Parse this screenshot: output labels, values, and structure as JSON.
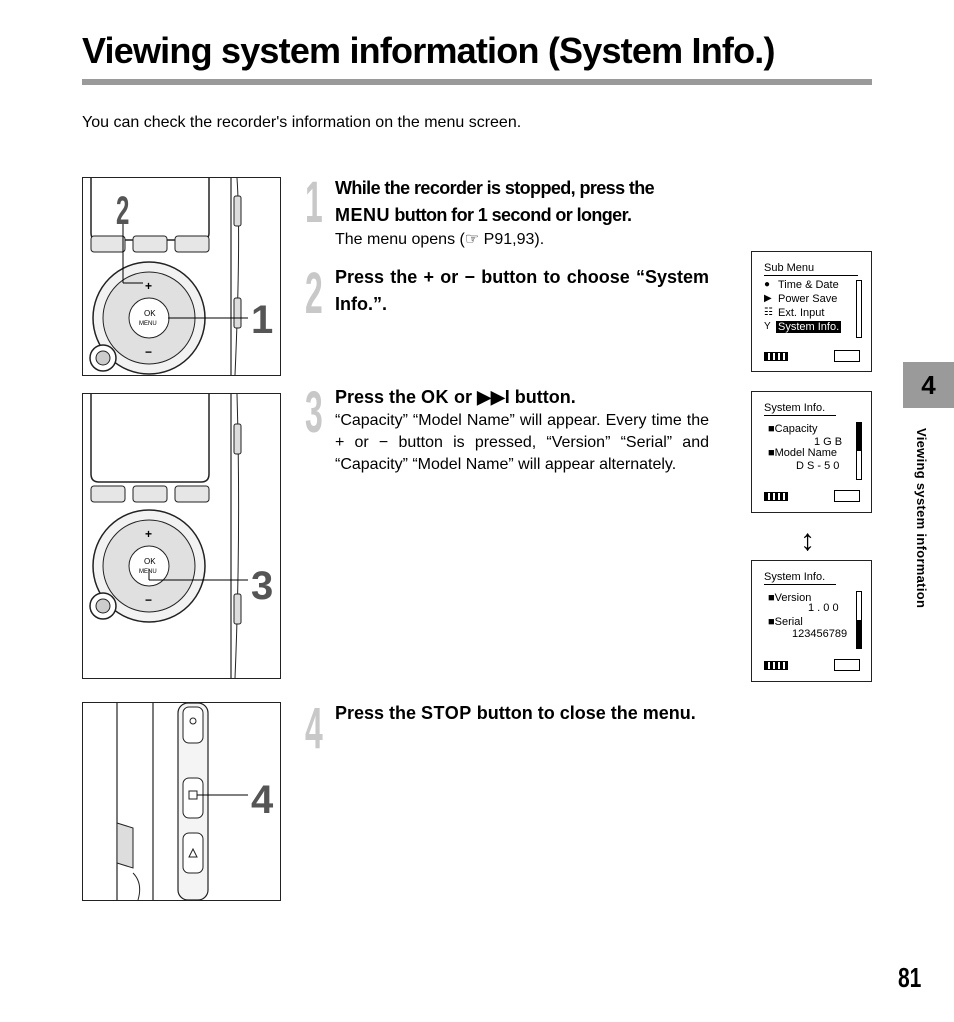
{
  "title": "Viewing system information (System Info.)",
  "intro": "You can check the recorder's information on the menu screen.",
  "steps": [
    {
      "number": "1",
      "head_a": "While the recorder is stopped, press the",
      "head_key": "MENU",
      "head_b": " button for 1 second or longer.",
      "body_a": "The menu opens (",
      "body_ref_icon": "☞",
      "body_b": " P91,93)."
    },
    {
      "number": "2",
      "head_a": "Press the ",
      "plus": "+",
      "head_or": " or ",
      "minus": "−",
      "head_b": " button to choose “System Info.”."
    },
    {
      "number": "3",
      "head_a": "Press the ",
      "head_key": "OK",
      "head_or": " or ",
      "head_ff": "▶▶I",
      "head_b": " button.",
      "body_a": "“Capacity” “Model Name” will appear. Every time the ",
      "plus": "+",
      "body_or": " or ",
      "minus": "−",
      "body_b": " button is pressed, “Version” “Serial” and “Capacity” “Model Name” will appear alternately."
    },
    {
      "number": "4",
      "head_a": "Press the ",
      "head_key": "STOP",
      "head_b": " button to close the menu."
    }
  ],
  "figure_callouts": {
    "fig1": [
      "2",
      "1"
    ],
    "fig2": [
      "3"
    ],
    "fig3": [
      "4"
    ],
    "ok_label": "OK",
    "menu_label": "MENU",
    "plus": "+",
    "minus": "−"
  },
  "screens": {
    "submenu": {
      "title": "Sub Menu",
      "items": [
        "Time & Date",
        "Power Save",
        "Ext. Input",
        "System Info."
      ],
      "selected_index": 3
    },
    "sysinfo1": {
      "title": "System Info.",
      "rows": [
        {
          "label": "■Capacity",
          "value": "1 G B"
        },
        {
          "label": "■Model Name",
          "value": "D S - 5 0"
        }
      ]
    },
    "sysinfo2": {
      "title": "System Info.",
      "rows": [
        {
          "label": "■Version",
          "value": "1 . 0 0"
        },
        {
          "label": "■Serial",
          "value": "123456789"
        }
      ]
    },
    "toggle_icon": "up-down-arrow-icon"
  },
  "side_tab": {
    "number": "4",
    "label": "Viewing system information"
  },
  "page_number": "81"
}
